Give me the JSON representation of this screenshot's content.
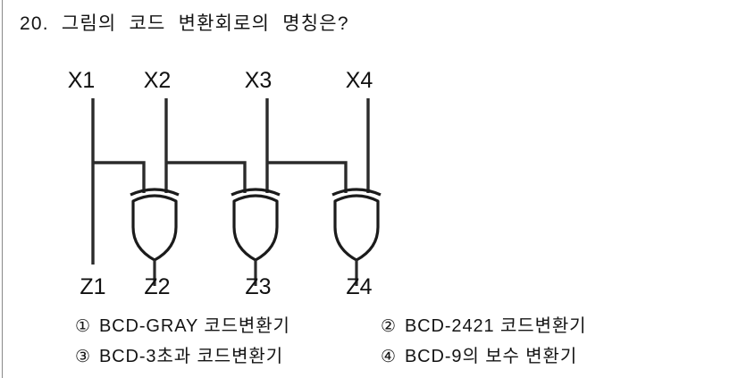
{
  "page": {
    "background_color": "#ffffff",
    "ink_color": "#141414",
    "rule_color": "#8a8a8a"
  },
  "question": {
    "number": "20.",
    "text": "20.  그림의  코드  변환회로의  명칭은?"
  },
  "figure": {
    "name": "bcd-to-gray-code-converter-circuit",
    "inputs": [
      {
        "id": "x1",
        "label": "X1"
      },
      {
        "id": "x2",
        "label": "X2"
      },
      {
        "id": "x3",
        "label": "X3"
      },
      {
        "id": "x4",
        "label": "X4"
      }
    ],
    "outputs": [
      {
        "id": "z1",
        "label": "Z1"
      },
      {
        "id": "z2",
        "label": "Z2"
      },
      {
        "id": "z3",
        "label": "Z3"
      },
      {
        "id": "z4",
        "label": "Z4"
      }
    ],
    "gates": [
      {
        "id": "gate-1",
        "type": "xor-gate",
        "output": "Z2",
        "inputs": [
          "X1",
          "X2"
        ]
      },
      {
        "id": "gate-2",
        "type": "xor-gate",
        "output": "Z3",
        "inputs": [
          "X2",
          "X3"
        ]
      },
      {
        "id": "gate-3",
        "type": "xor-gate",
        "output": "Z4",
        "inputs": [
          "X3",
          "X4"
        ]
      }
    ],
    "direct_connections": [
      {
        "from": "X1",
        "to": "Z1"
      }
    ],
    "wire_color": "#2b2b2b"
  },
  "options": [
    {
      "marker": "①",
      "text": "BCD-GRAY 코드변환기",
      "name": "option-1"
    },
    {
      "marker": "②",
      "text": "BCD-2421 코드변환기",
      "name": "option-2"
    },
    {
      "marker": "③",
      "text": "BCD-3초과 코드변환기",
      "name": "option-3"
    },
    {
      "marker": "④",
      "text": "BCD-9의 보수 변환기",
      "name": "option-4"
    }
  ]
}
